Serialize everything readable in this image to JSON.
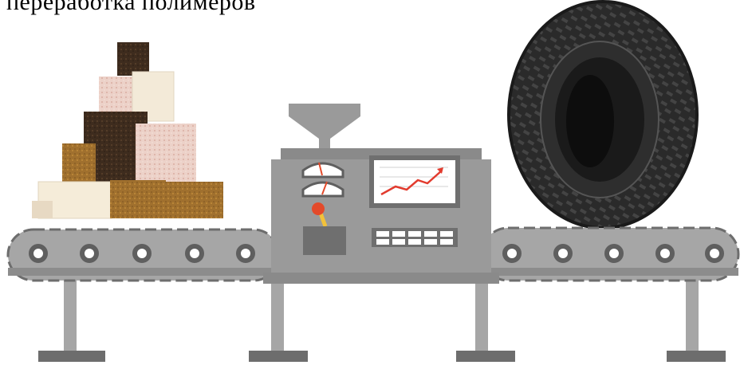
{
  "caption": {
    "text": "переработка полимеров"
  },
  "colors": {
    "machine": "#9a9a9a",
    "machine_dark": "#6f6f6f",
    "belt": "#a6a6a6",
    "belt_border": "#6d6d6d",
    "roller_ring": "#5f5f5f",
    "screen_line": "#e23b2e",
    "knob": "#e34a2a",
    "knob_glow": "#f2c23a",
    "rubber_dark": "#3c2a1c",
    "rubber_brown": "#6e4a22",
    "rubber_amber": "#9a6a2a",
    "rubber_cream": "#f3ead8",
    "rubber_pink": "#e6c3b8",
    "tire": "#222222"
  },
  "icons": {
    "rubber_blocks": "rubber-blocks-stack-illustration",
    "tire": "truck-tire-illustration",
    "gauge": "gauge-icon",
    "chart": "growth-chart-icon"
  }
}
